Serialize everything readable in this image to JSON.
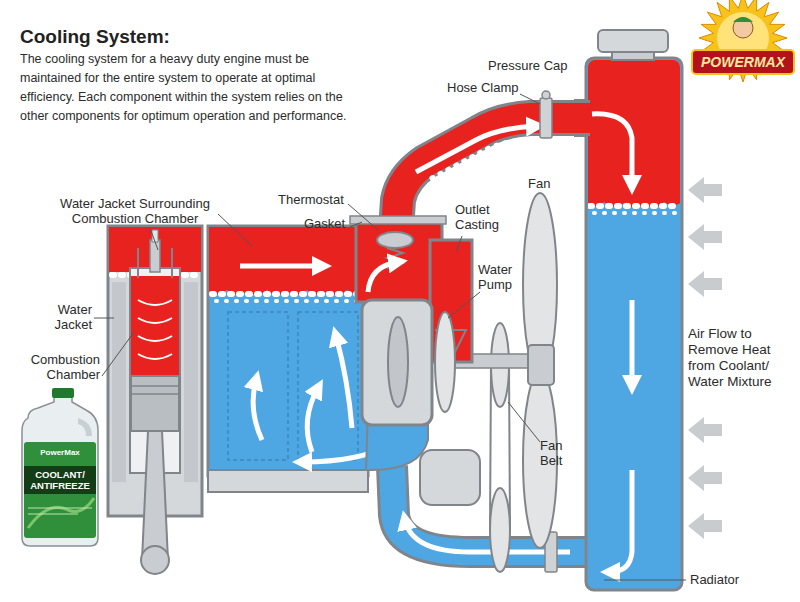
{
  "diagram": {
    "title": "Cooling System:",
    "nodes": [
      {
        "text": [
          "POWERMAX"
        ]
      },
      {
        "text": [
          "PowerMax",
          "COOLANT/ ANTIFREEZE"
        ]
      }
    ],
    "labels": [
      "The cooling system for a heavy duty engine must be maintained for the entire system to operate at optimal efficiency. Each component within the system relies on the other components for optimum operation and performance.",
      "Pressure Cap",
      "Hose Clamp",
      "Water Jacket Surrounding Combustion Chamber",
      "Thermostat",
      "Outlet Casting",
      "Fan",
      "Gasket",
      "Water Pump",
      "Water Jacket",
      "Air Flow to Remove Heat from Coolant/ Water Mixture",
      "Combustion Chamber",
      "Fan Belt",
      "Radiator"
    ]
  }
}
